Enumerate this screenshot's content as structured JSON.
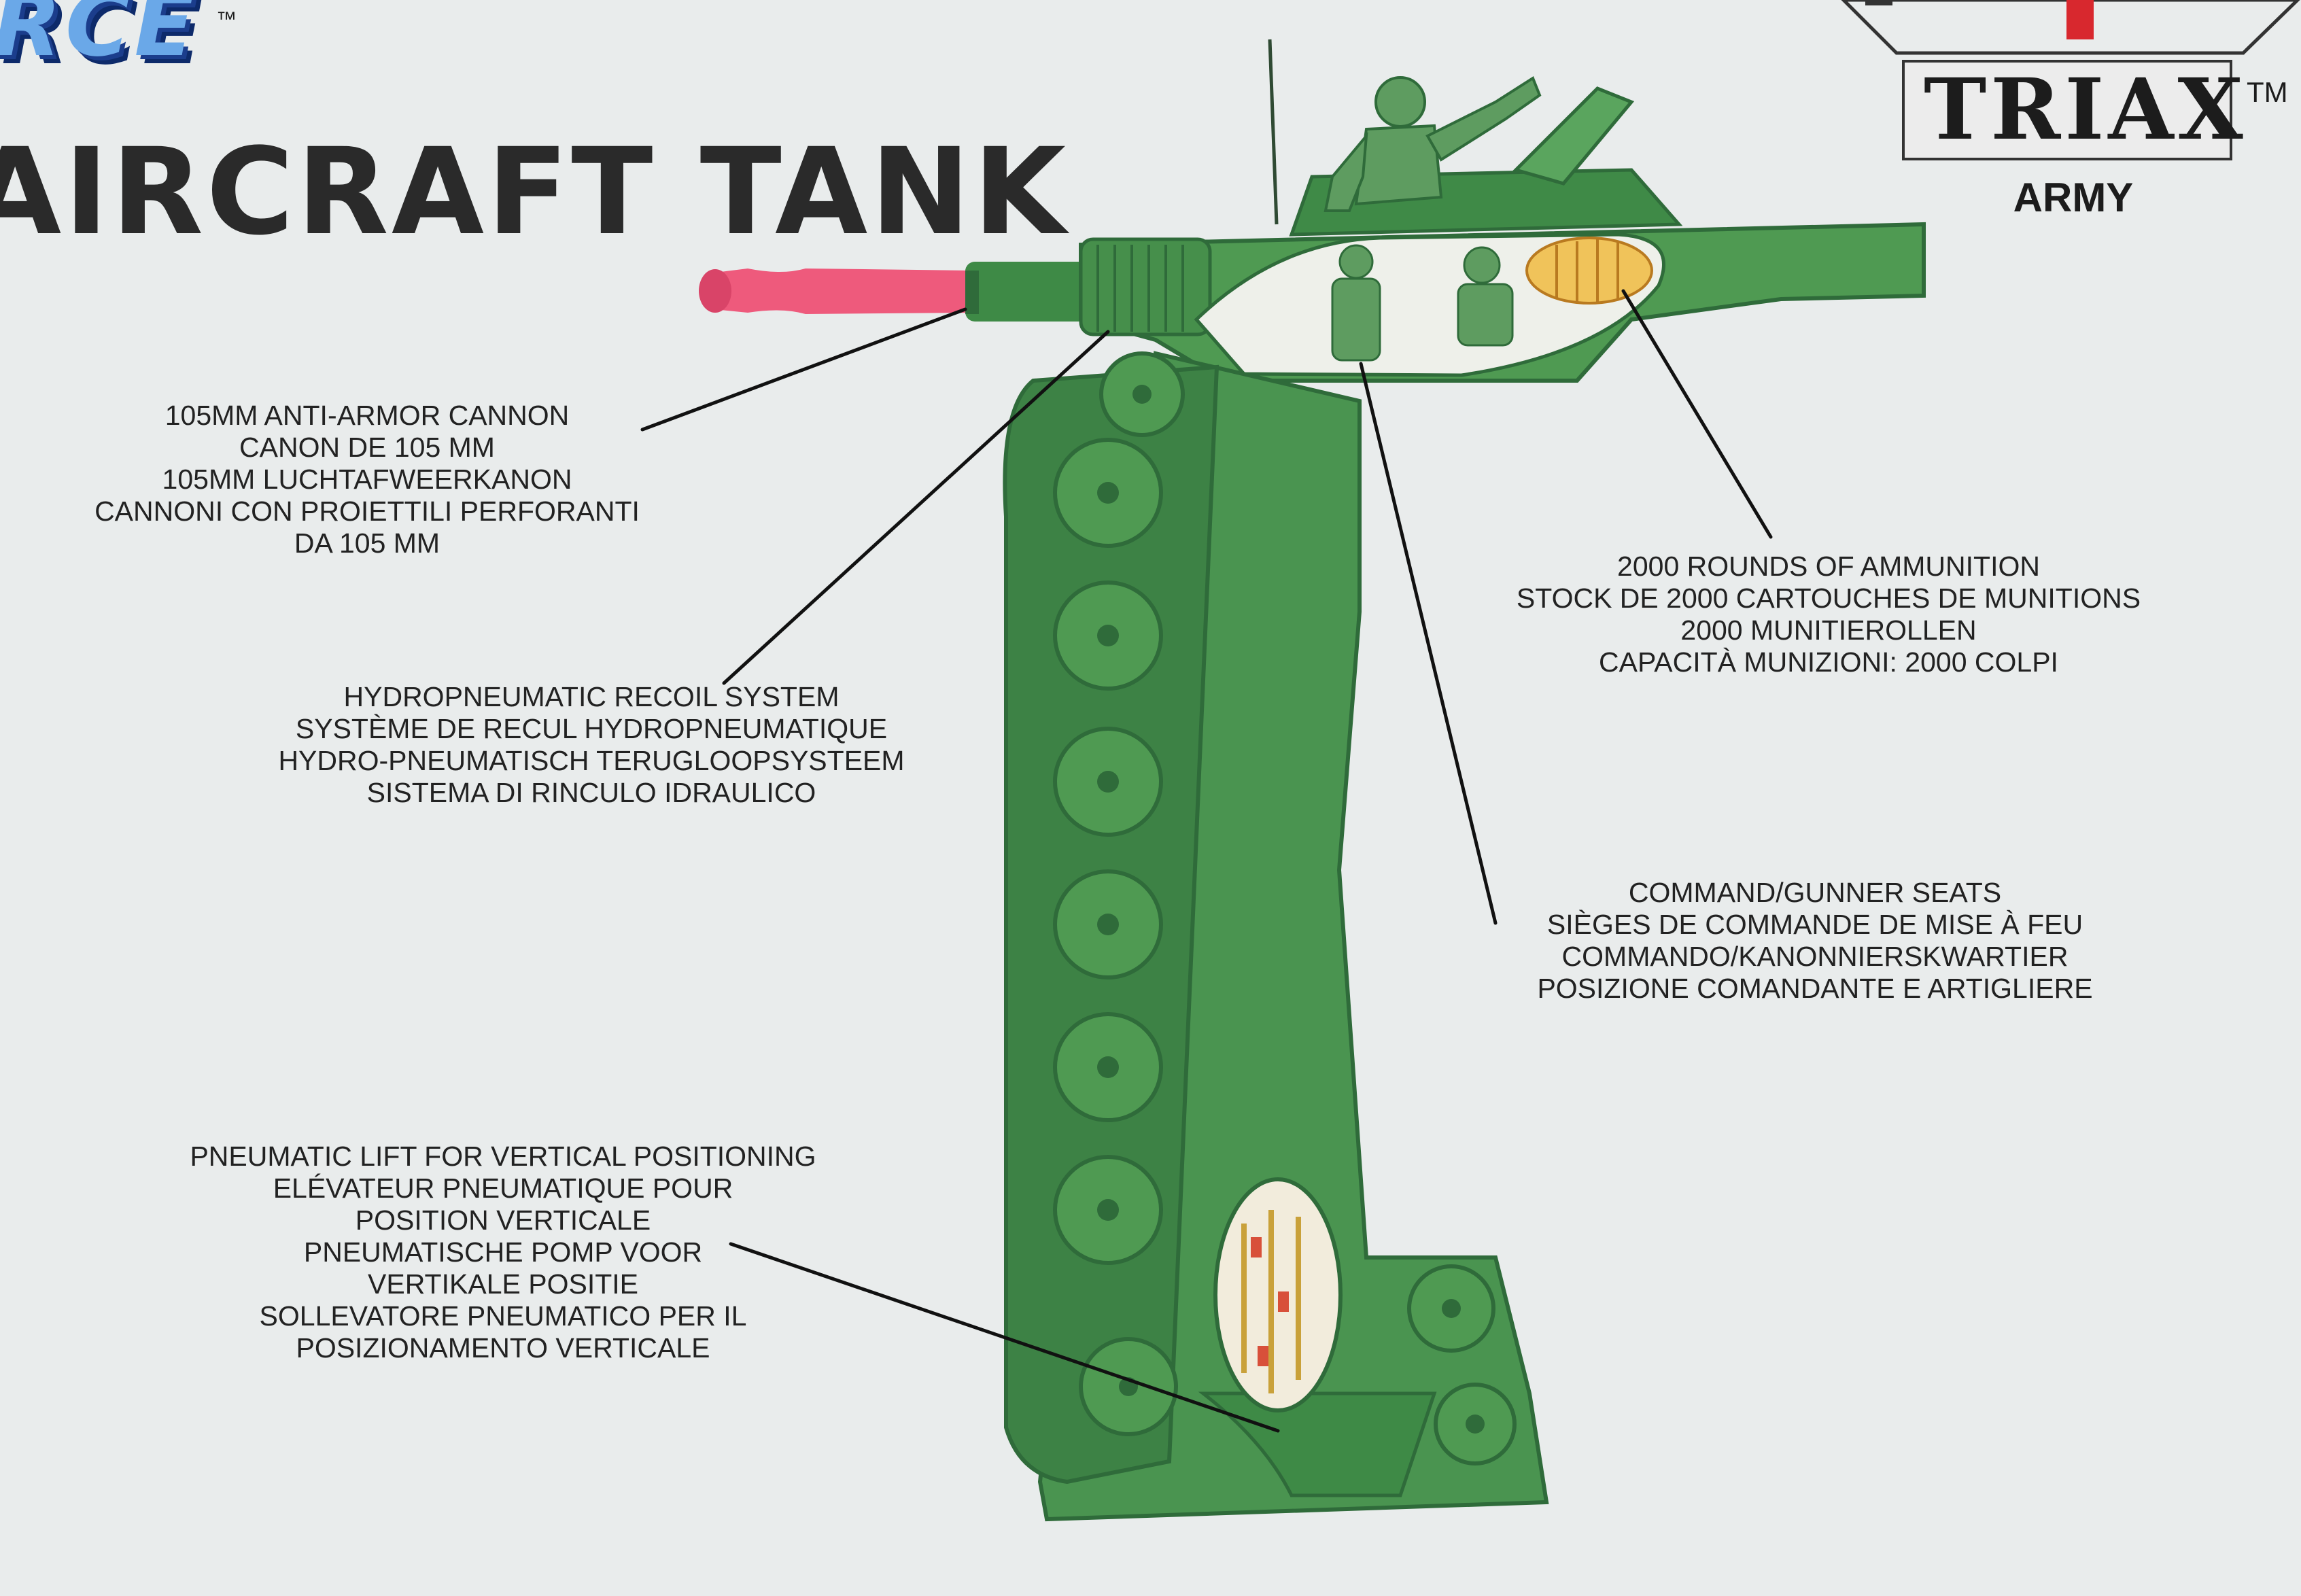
{
  "header": {
    "brand_fragment": "RCE",
    "brand_tm": "™",
    "title": "AIRCRAFT TANK"
  },
  "logo": {
    "wordmark": "TRIAX",
    "tm": "TM",
    "subtitle": "ARMY"
  },
  "colors": {
    "background": "#e9ecec",
    "tank_green": "#4f9a52",
    "tank_dark": "#2f6b3a",
    "barrel_tip": "#ee5a7c",
    "brand_blue": "#6aa8e8",
    "logo_red": "#d8282e"
  },
  "callouts": [
    {
      "id": "cannon",
      "lines": [
        "105MM ANTI-ARMOR CANNON",
        "CANON DE 105 MM",
        "105MM LUCHTAFWEERKANON",
        "CANNONI CON PROIETTILI PERFORANTI",
        "DA 105 MM"
      ]
    },
    {
      "id": "recoil",
      "lines": [
        "HYDROPNEUMATIC RECOIL SYSTEM",
        "SYSTÈME DE RECUL HYDROPNEUMATIQUE",
        "HYDRO-PNEUMATISCH TERUGLOOPSYSTEEM",
        "SISTEMA DI RINCULO IDRAULICO"
      ]
    },
    {
      "id": "lift",
      "lines": [
        "PNEUMATIC LIFT FOR VERTICAL POSITIONING",
        "ELÉVATEUR PNEUMATIQUE POUR",
        "POSITION VERTICALE",
        "PNEUMATISCHE POMP VOOR",
        "VERTIKALE POSITIE",
        "SOLLEVATORE PNEUMATICO PER IL",
        "POSIZIONAMENTO VERTICALE"
      ]
    },
    {
      "id": "ammo",
      "lines": [
        "2000 ROUNDS OF AMMUNITION",
        "STOCK DE 2000 CARTOUCHES DE MUNITIONS",
        "2000 MUNITIEROLLEN",
        "CAPACITÀ MUNIZIONI: 2000 COLPI"
      ]
    },
    {
      "id": "seats",
      "lines": [
        "COMMAND/GUNNER SEATS",
        "SIÈGES DE COMMANDE DE MISE À FEU",
        "COMMANDO/KANONNIERSKWARTIER",
        "POSIZIONE COMANDANTE E ARTIGLIERE"
      ]
    }
  ]
}
